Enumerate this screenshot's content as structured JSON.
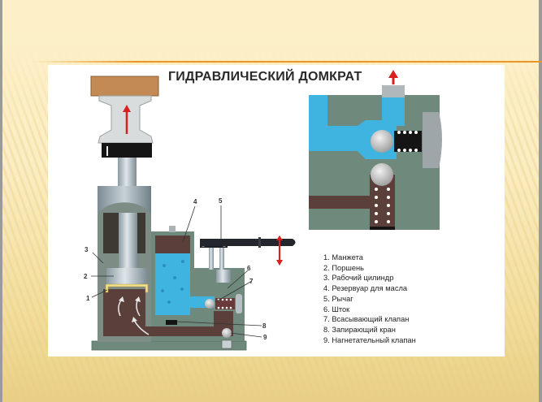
{
  "slide": {
    "title": "ГИДРАВЛИЧЕСКИЙ ДОМКРАТ",
    "colors": {
      "background": "#fbeec4",
      "accent_line": "#e8962a",
      "hydraulic_fluid": "#3fb4e0",
      "body_gray_green": "#6f8a7c",
      "chamber_brown": "#5a3f3a",
      "load_block": "#c48a55",
      "arrow_red": "#d92020"
    }
  },
  "diagram": {
    "callouts": [
      {
        "num": "1"
      },
      {
        "num": "2"
      },
      {
        "num": "3"
      },
      {
        "num": "4"
      },
      {
        "num": "5"
      },
      {
        "num": "6"
      },
      {
        "num": "7"
      },
      {
        "num": "8"
      },
      {
        "num": "9"
      }
    ],
    "legend": [
      "1. Манжета",
      "2. Поршень",
      "3. Рабочий цилиндр",
      "4. Резервуар для масла",
      "5. Рычаг",
      "6. Шток",
      "7. Всасывающий клапан",
      "8. Запирающий кран",
      "9. Нагнетательный клапан"
    ]
  }
}
